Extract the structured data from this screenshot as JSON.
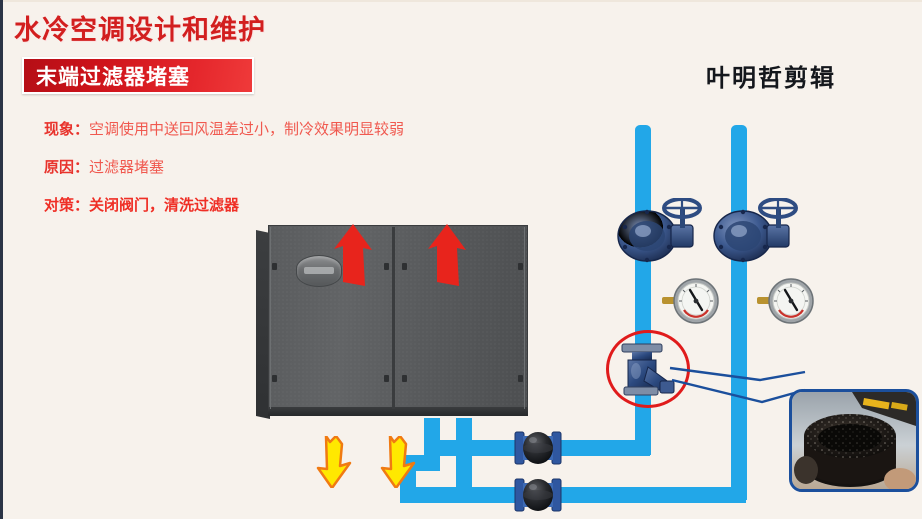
{
  "slide": {
    "main_title": "水冷空调设计和维护",
    "banner_label": "末端过滤器堵塞",
    "watermark": "叶明哲剪辑",
    "background_color": "#f7f2ec",
    "title_color": "#d21f1f",
    "banner_color": "#cf141b"
  },
  "bullets": [
    {
      "key": "现象：",
      "value": "空调使用中送回风温差过小，制冷效果明显较弱"
    },
    {
      "key": "原因：",
      "value": "过滤器堵塞"
    },
    {
      "key": "对策：",
      "value": "关闭阀门，清洗过滤器"
    }
  ],
  "diagram": {
    "pipe_color": "#22a7e8",
    "valve_color": "#2c4a80",
    "highlight_color": "#e01b1b",
    "callout_color": "#1b4f9c",
    "components": {
      "ahu_unit": "air-handling-unit-cabinet",
      "supply_arrows": "red-up-arrows",
      "return_arrows": "yellow-down-arrows",
      "butterfly_valve_left": "butterfly-valve",
      "butterfly_valve_right": "butterfly-valve",
      "gauge_left": "pressure-gauge",
      "gauge_right": "pressure-gauge",
      "y_strainer": "y-strainer-filter",
      "flex_connector_top": "rubber-flexible-joint",
      "flex_connector_bottom": "rubber-flexible-joint",
      "photo_inset": "clogged-filter-basket-photo"
    }
  }
}
